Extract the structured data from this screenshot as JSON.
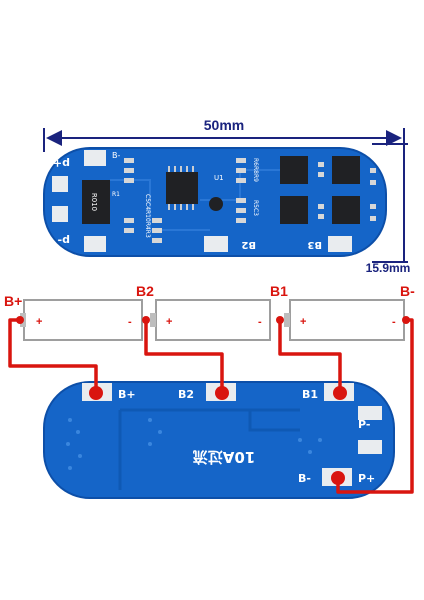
{
  "dimensions": {
    "length": "50mm",
    "width": "15.9mm"
  },
  "top_board": {
    "silkscreen": {
      "p_plus": "p+",
      "p_minus": "p-",
      "b_minus": "B-",
      "b2": "B2",
      "b3": "B3",
      "r1": "R1",
      "r010": "R010",
      "u1": "U1",
      "c5_c4_r10": "C5C4R10R4R3",
      "r_bank": "R6R8R9",
      "r_bank2": "R5C3"
    }
  },
  "wiring": {
    "terminal_labels": {
      "b_plus": "B+",
      "b2": "B2",
      "b1": "B1",
      "b_minus": "B-"
    },
    "cells": [
      {
        "plus": "+",
        "minus": "-"
      },
      {
        "plus": "+",
        "minus": "-"
      },
      {
        "plus": "+",
        "minus": "-"
      }
    ]
  },
  "bottom_board": {
    "pads": {
      "b_plus": "B+",
      "b2": "B2",
      "b1": "B1",
      "b_minus": "B-",
      "p_minus": "P-",
      "p_plus": "P+"
    },
    "rating_text": "10A过流"
  },
  "colors": {
    "pcb_blue": "#1565c8",
    "pcb_edge": "#0d4fa8",
    "wire_red": "#d9150f",
    "dimension_navy": "#1a237e"
  }
}
